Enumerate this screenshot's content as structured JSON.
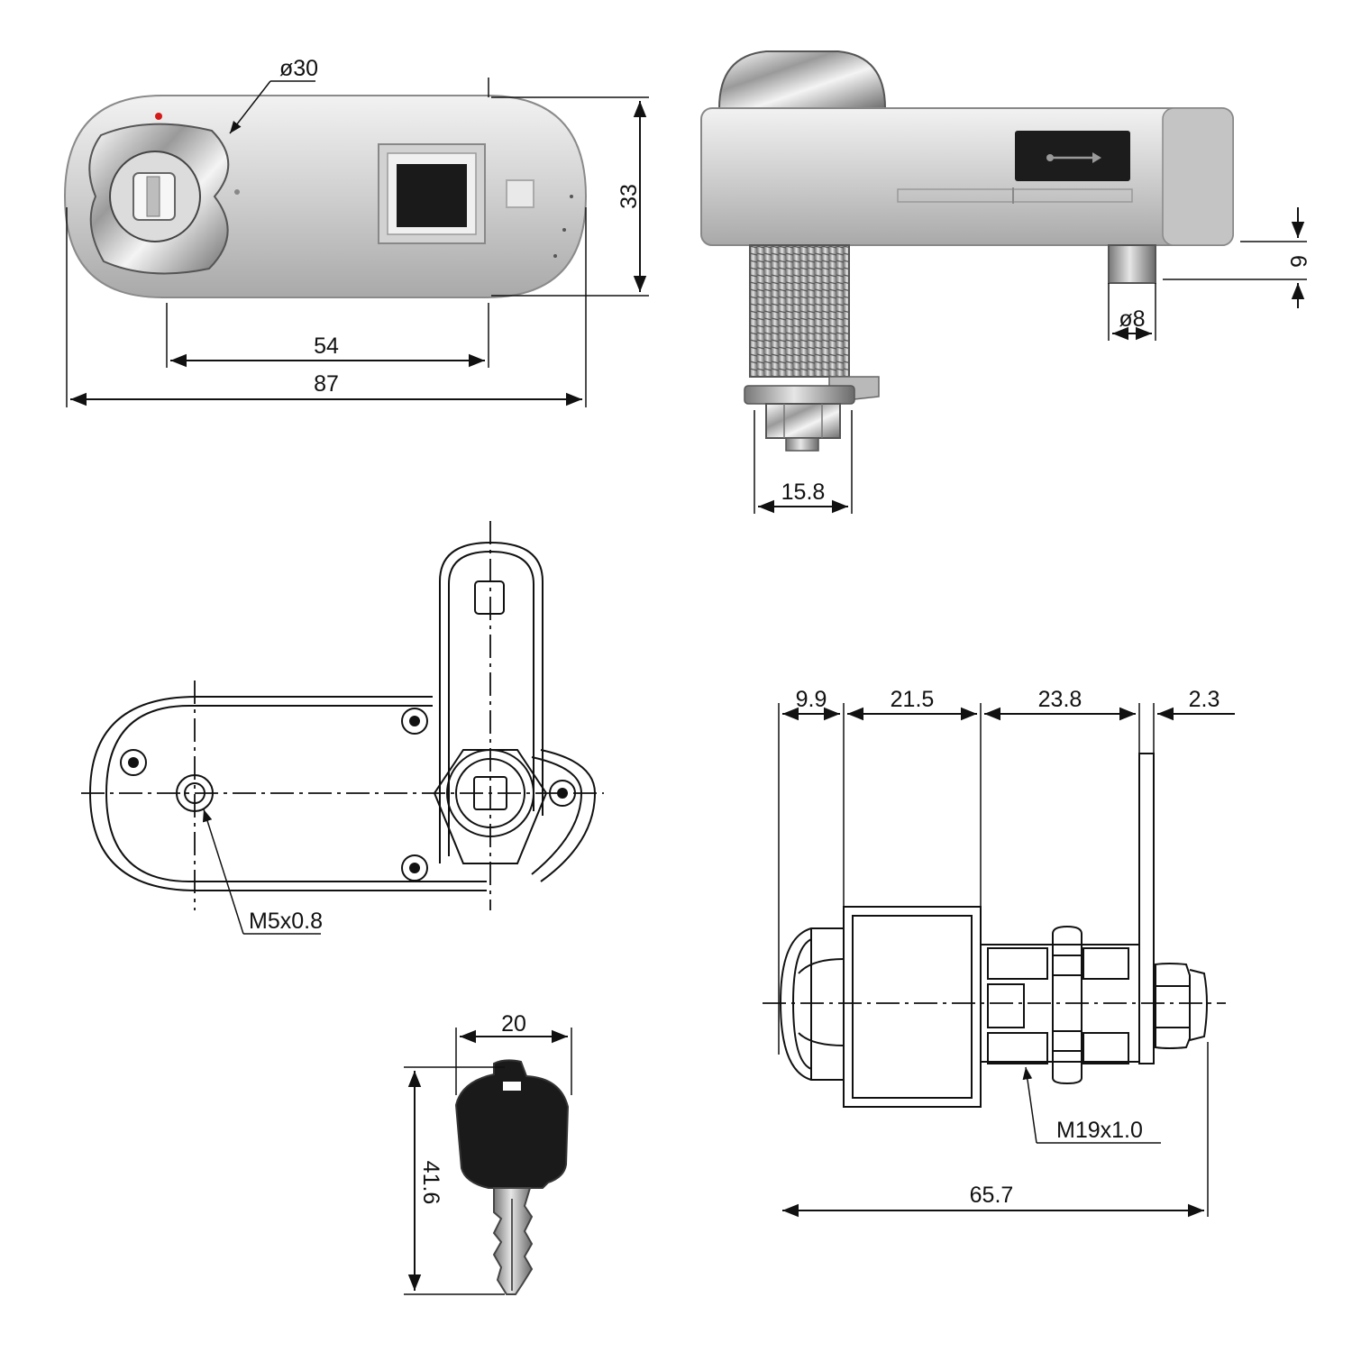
{
  "diagram": {
    "top_view": {
      "diameter_label": "ø30",
      "width_label": "33",
      "hole_spacing_label": "54",
      "overall_length_label": "87"
    },
    "side_view": {
      "thread_diameter_label": "15.8",
      "pin_height_label": "6",
      "pin_diameter_label": "ø8"
    },
    "bottom_view": {
      "screw_hole_label": "M5x0.8"
    },
    "key_view": {
      "key_width_label": "20",
      "key_length_label": "41.6"
    },
    "cylinder_view": {
      "segment_labels": [
        "9.9",
        "21.5",
        "23.8",
        "2.3"
      ],
      "thread_label": "M19x1.0",
      "total_length_label": "65.7"
    }
  }
}
